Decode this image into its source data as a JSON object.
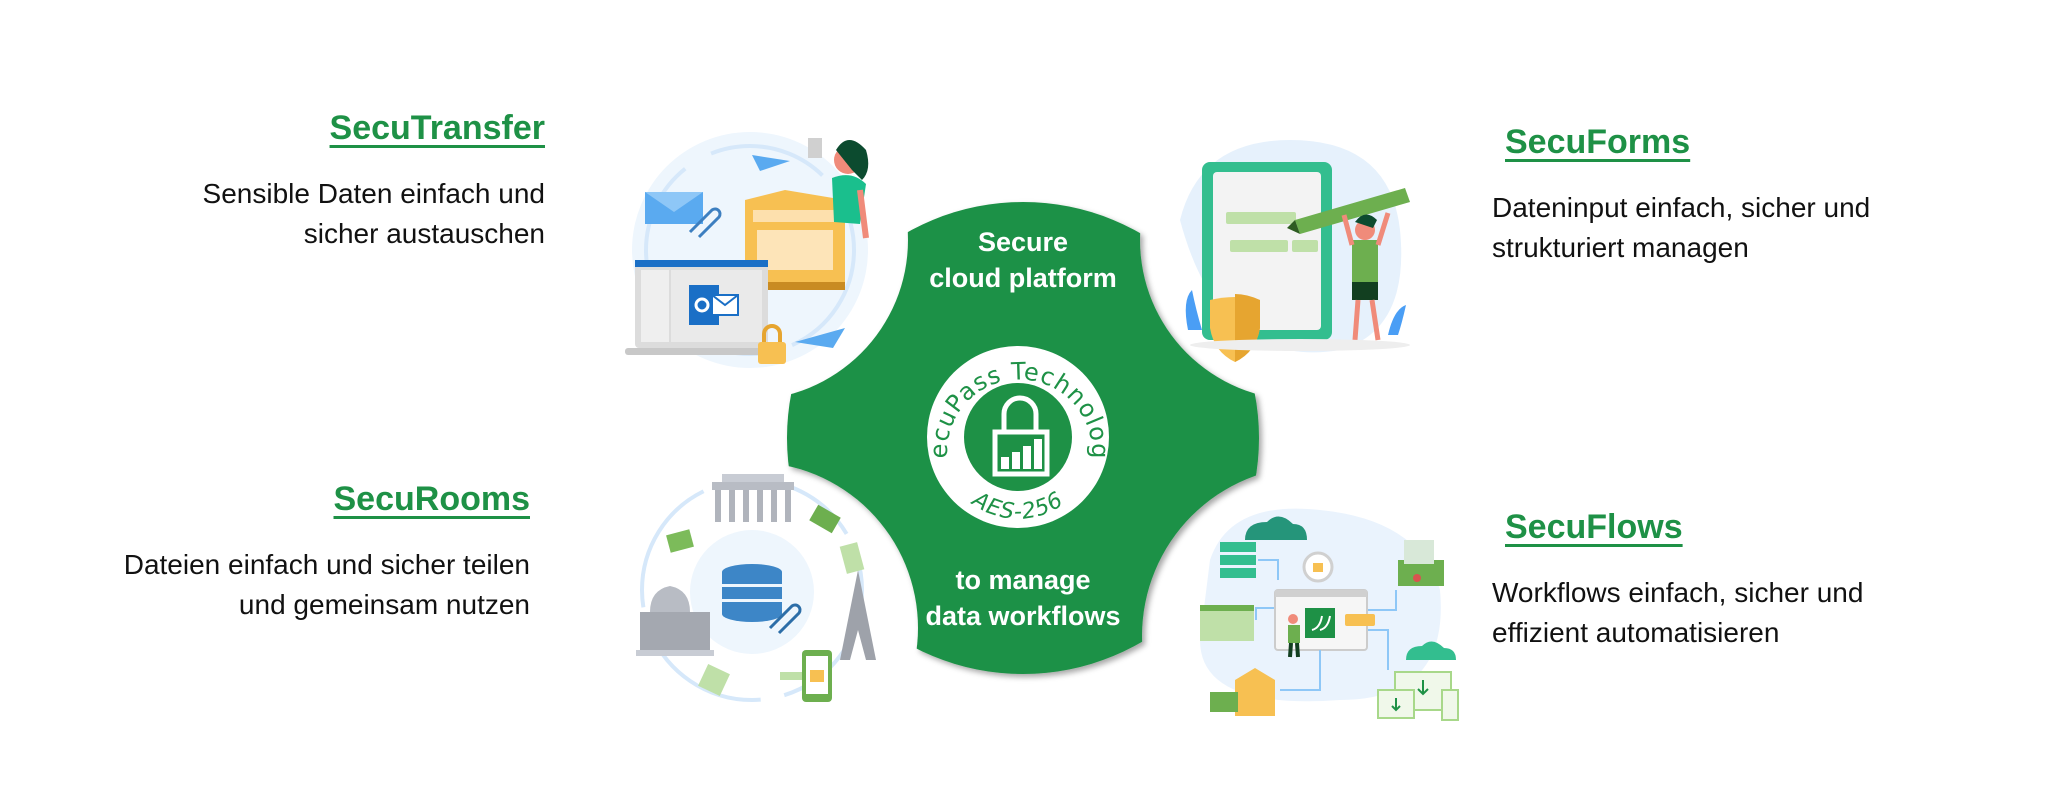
{
  "colors": {
    "brand_green": "#1e9146",
    "text": "#111111",
    "white": "#ffffff"
  },
  "hub": {
    "top_line1": "Secure",
    "top_line2": "cloud platform",
    "bottom_line1": "to manage",
    "bottom_line2": "data workflows",
    "seal": {
      "ring_text": "SecuPass Technology",
      "bottom_text": "AES-256",
      "icon": "padlock-with-signal-bars-icon"
    }
  },
  "products": [
    {
      "id": "secutransfer",
      "title": "SecuTransfer",
      "desc_line1": "Sensible Daten einfach und",
      "desc_line2": "sicher austauschen",
      "illustration": "email-transfer-illustration"
    },
    {
      "id": "secuforms",
      "title": "SecuForms",
      "desc_line1": "Dateninput einfach, sicher und",
      "desc_line2": "strukturiert managen",
      "illustration": "form-filling-illustration"
    },
    {
      "id": "securooms",
      "title": "SecuRooms",
      "desc_line1": "Dateien einfach und sicher teilen",
      "desc_line2": "und gemeinsam nutzen",
      "illustration": "data-room-sharing-illustration"
    },
    {
      "id": "secuflows",
      "title": "SecuFlows",
      "desc_line1": "Workflows einfach, sicher und",
      "desc_line2": "effizient automatisieren",
      "illustration": "workflow-automation-illustration"
    }
  ]
}
